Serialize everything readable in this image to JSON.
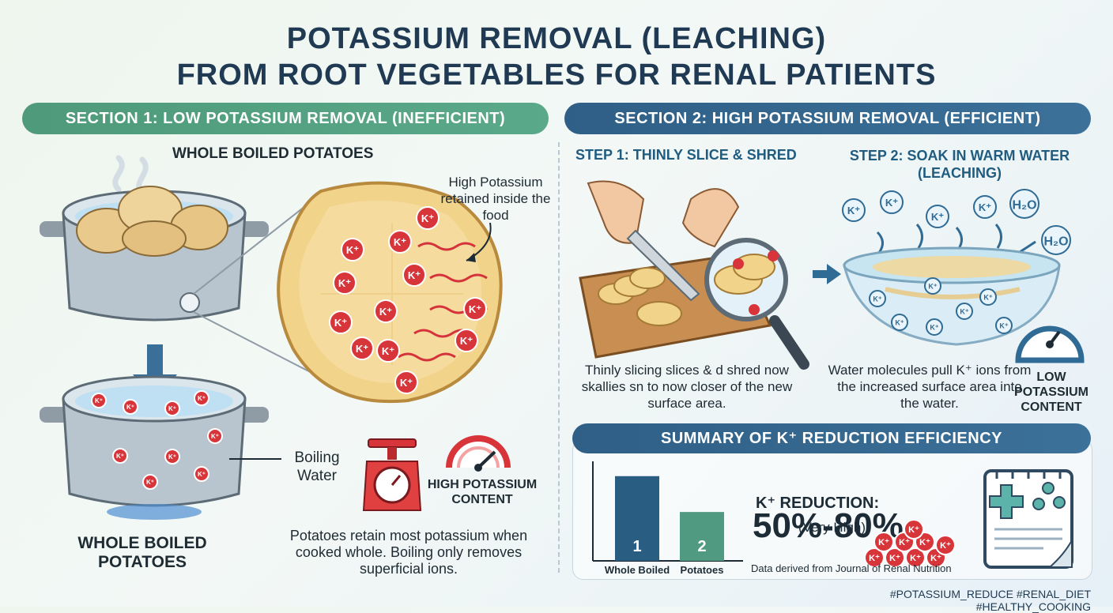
{
  "title": {
    "line1": "POTASSIUM REMOVAL (LEACHING)",
    "line2": "FROM ROOT VEGETABLES FOR RENAL PATIENTS"
  },
  "section1": {
    "header": "SECTION 1: LOW POTASSIUM REMOVAL (INEFFICIENT)",
    "subhead": "WHOLE BOILED POTATOES",
    "callout": "High Potassium retained inside the food",
    "boiling_label": "Boiling Water",
    "bottom_label": "WHOLE BOILED POTATOES",
    "gauge_label": "HIGH POTASSIUM CONTENT",
    "caption": "Potatoes retain most potassium when cooked whole. Boiling only removes superficial ions.",
    "ion_label": "K⁺"
  },
  "section2": {
    "header": "SECTION 2: HIGH POTASSIUM REMOVAL (EFFICIENT)",
    "step1_title": "STEP 1: THINLY SLICE & SHRED",
    "step2_title": "STEP 2: SOAK IN WARM WATER (LEACHING)",
    "step1_caption": "Thinly slicing slices & d shred now skallies sn to now closer of the new surface area.",
    "step2_caption": "Water molecules pull K⁺ ions from the increased surface area into the water.",
    "low_label": "LOW POTASSIUM CONTENT",
    "water_label": "H₂O"
  },
  "summary": {
    "header": "SUMMARY OF K⁺ REDUCTION EFFICIENCY",
    "reduction_label": "K⁺ REDUCTION:",
    "reduction_value": "50%-80%",
    "reduction_note": "(Very High)",
    "source": "Data derived from Journal of Renal Nutrition"
  },
  "chart_data": {
    "type": "bar",
    "categories": [
      "Whole Boiled",
      "Potatoes"
    ],
    "bar_labels": [
      "1",
      "2"
    ],
    "values": [
      78,
      45
    ],
    "colors": [
      "#2a5d82",
      "#4f9a80"
    ]
  },
  "hashtags": "#POTASSIUM_REDUCE #RENAL_DIET #HEALTHY_COOKING"
}
